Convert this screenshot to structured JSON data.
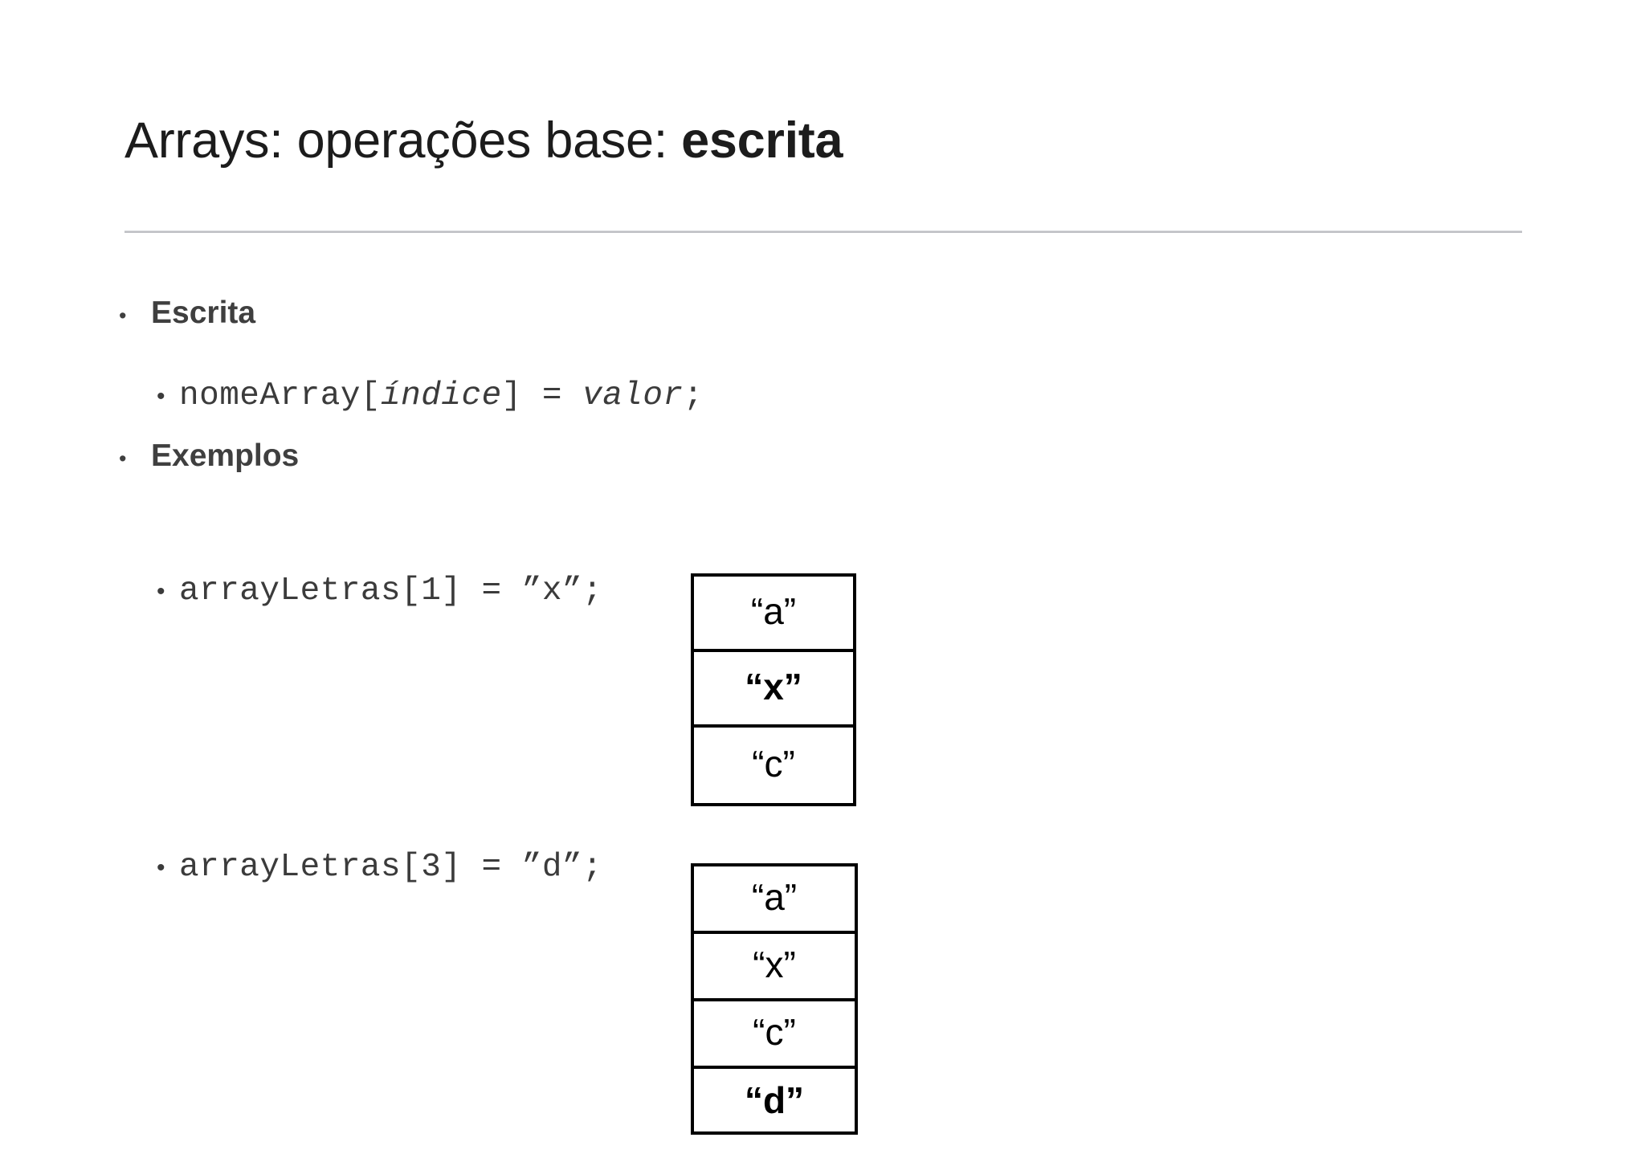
{
  "slide": {
    "title_plain": "Arrays: operações base: ",
    "title_bold": "escrita",
    "title_full": "Arrays: operações base: escrita"
  },
  "content": {
    "section_escrita": {
      "bullet_glyph": "•",
      "label": "Escrita",
      "syntax": {
        "bullet_glyph": "•",
        "prefix": "nomeArray[",
        "italic_1": "índice",
        "middle": "] = ",
        "italic_2": "valor",
        "suffix": ";",
        "full": "nomeArray[índice] = valor;"
      }
    },
    "section_exemplos": {
      "bullet_glyph": "•",
      "label": "Exemplos",
      "examples": [
        {
          "bullet_glyph": "•",
          "code": "arrayLetras[1] = ”x”;",
          "array": {
            "cells": [
              {
                "value": "“a”",
                "bold": false
              },
              {
                "value": "“x”",
                "bold": true
              },
              {
                "value": "“c”",
                "bold": false
              }
            ]
          }
        },
        {
          "bullet_glyph": "•",
          "code": "arrayLetras[3] = ”d”;",
          "array": {
            "cells": [
              {
                "value": "“a”",
                "bold": false
              },
              {
                "value": "“x”",
                "bold": false
              },
              {
                "value": "“c”",
                "bold": false
              },
              {
                "value": "“d”",
                "bold": true
              }
            ]
          }
        }
      ]
    }
  },
  "colors": {
    "title_text": "#1c1c1c",
    "rule": "#bfc0c4",
    "body_text": "#3f3f3f",
    "code_text": "#3b3b3b",
    "box_border": "#000000",
    "background": "#ffffff"
  }
}
